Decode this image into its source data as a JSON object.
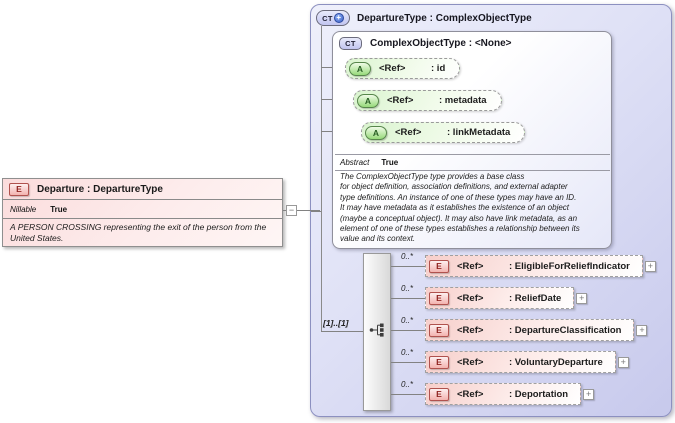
{
  "icons": {
    "element": "E",
    "attribute": "A",
    "complex_type": "CT",
    "plus": "+",
    "expand": "+",
    "collapse": "−"
  },
  "colors": {
    "element_pink": "#f7cfcb",
    "attribute_green": "#daf4cf",
    "panel_lavender": "#c7c9ec",
    "icon_red_border": "#b0524e",
    "icon_green_border": "#57864b"
  },
  "departure_element": {
    "title": "Departure : DepartureType",
    "property_label": "Nillable",
    "property_value": "True",
    "description": "A PERSON CROSSING representing the exit of the person from the\nUnited States."
  },
  "type_panel": {
    "title": "DepartureType : ComplexObjectType",
    "base_type_panel": {
      "title": "ComplexObjectType : <None>",
      "attributes": [
        {
          "ref": "<Ref>",
          "name": ": id"
        },
        {
          "ref": "<Ref>",
          "name": ": metadata"
        },
        {
          "ref": "<Ref>",
          "name": ": linkMetadata"
        }
      ],
      "property_label": "Abstract",
      "property_value": "True",
      "description": "The ComplexObjectType type provides a base class\nfor object definition, association definitions, and external adapter\ntype definitions. An instance of one of these types may have an ID.\nIt may have metadata as it establishes the existence of an object\n(maybe a conceptual object). It may also have link metadata, as an\nelement of one of these types establishes a relationship between its\nvalue and its context."
    },
    "sequence": {
      "cardinality": "[1]..[1]",
      "elements": [
        {
          "occurrence": "0..*",
          "ref": "<Ref>",
          "name": ": EligibleForReliefIndicator"
        },
        {
          "occurrence": "0..*",
          "ref": "<Ref>",
          "name": ": ReliefDate"
        },
        {
          "occurrence": "0..*",
          "ref": "<Ref>",
          "name": ": DepartureClassification"
        },
        {
          "occurrence": "0..*",
          "ref": "<Ref>",
          "name": ": VoluntaryDeparture"
        },
        {
          "occurrence": "0..*",
          "ref": "<Ref>",
          "name": ": Deportation"
        }
      ]
    }
  }
}
